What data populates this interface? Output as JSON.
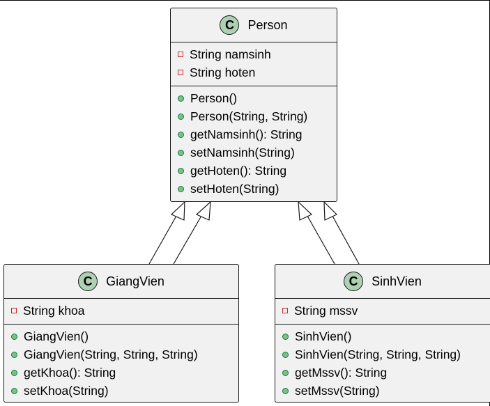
{
  "diagram": {
    "classes": {
      "person": {
        "stereotype": "C",
        "name": "Person",
        "fields": [
          {
            "visibility": "private",
            "text": "String namsinh"
          },
          {
            "visibility": "private",
            "text": "String hoten"
          }
        ],
        "methods": [
          {
            "visibility": "public",
            "text": "Person()"
          },
          {
            "visibility": "public",
            "text": "Person(String, String)"
          },
          {
            "visibility": "public",
            "text": "getNamsinh(): String"
          },
          {
            "visibility": "public",
            "text": "setNamsinh(String)"
          },
          {
            "visibility": "public",
            "text": "getHoten(): String"
          },
          {
            "visibility": "public",
            "text": "setHoten(String)"
          }
        ]
      },
      "giangvien": {
        "stereotype": "C",
        "name": "GiangVien",
        "fields": [
          {
            "visibility": "private",
            "text": "String khoa"
          }
        ],
        "methods": [
          {
            "visibility": "public",
            "text": "GiangVien()"
          },
          {
            "visibility": "public",
            "text": "GiangVien(String, String, String)"
          },
          {
            "visibility": "public",
            "text": "getKhoa(): String"
          },
          {
            "visibility": "public",
            "text": "setKhoa(String)"
          }
        ]
      },
      "sinhvien": {
        "stereotype": "C",
        "name": "SinhVien",
        "fields": [
          {
            "visibility": "private",
            "text": "String mssv"
          }
        ],
        "methods": [
          {
            "visibility": "public",
            "text": "SinhVien()"
          },
          {
            "visibility": "public",
            "text": "SinhVien(String, String, String)"
          },
          {
            "visibility": "public",
            "text": "getMssv(): String"
          },
          {
            "visibility": "public",
            "text": "setMssv(String)"
          }
        ]
      }
    },
    "relations": [
      {
        "type": "inheritance",
        "from": "GiangVien",
        "to": "Person"
      },
      {
        "type": "inheritance",
        "from": "GiangVien",
        "to": "Person"
      },
      {
        "type": "inheritance",
        "from": "SinhVien",
        "to": "Person"
      },
      {
        "type": "inheritance",
        "from": "SinhVien",
        "to": "Person"
      }
    ],
    "colors": {
      "class_background": "#f1f1f1",
      "border": "#181818",
      "stereotype_circle": "#add1b2",
      "private_marker": "#c82930",
      "public_marker_fill": "#84be84",
      "public_marker_border": "#038048"
    }
  }
}
